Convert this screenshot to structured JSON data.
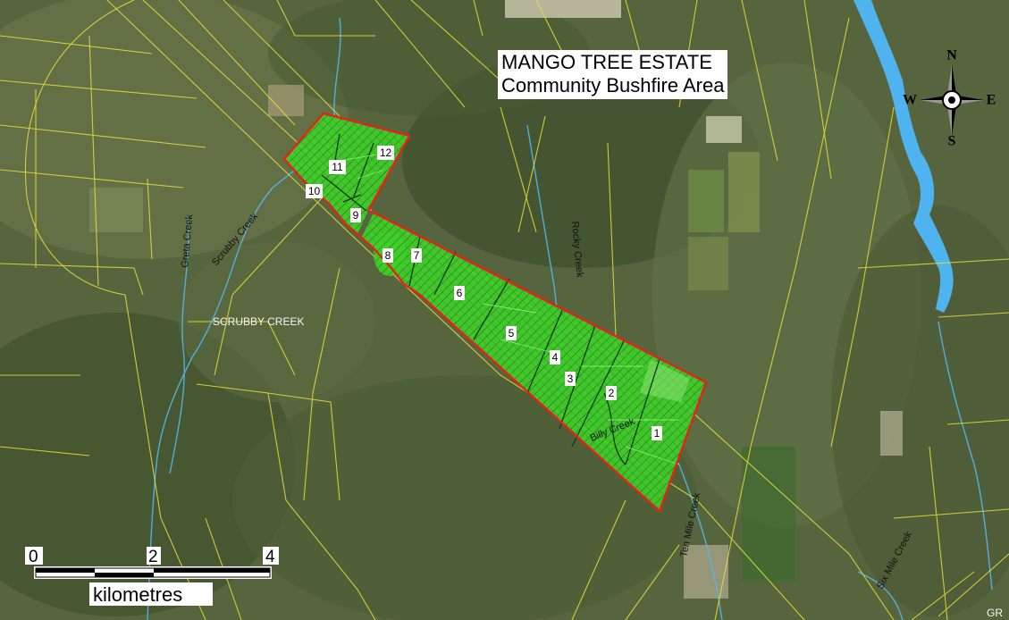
{
  "title": {
    "line1": "MANGO TREE ESTATE",
    "line2": "Community Bushfire Area"
  },
  "compass": {
    "n": "N",
    "s": "S",
    "e": "E",
    "w": "W"
  },
  "lots": [
    {
      "id": "lot-1",
      "label": "1"
    },
    {
      "id": "lot-2",
      "label": "2"
    },
    {
      "id": "lot-3",
      "label": "3"
    },
    {
      "id": "lot-4",
      "label": "4"
    },
    {
      "id": "lot-5",
      "label": "5"
    },
    {
      "id": "lot-6",
      "label": "6"
    },
    {
      "id": "lot-7",
      "label": "7"
    },
    {
      "id": "lot-8",
      "label": "8"
    },
    {
      "id": "lot-9",
      "label": "9"
    },
    {
      "id": "lot-10",
      "label": "10"
    },
    {
      "id": "lot-11",
      "label": "11"
    },
    {
      "id": "lot-12",
      "label": "12"
    }
  ],
  "creeks": {
    "greta": "Greta Creek",
    "scrubby": "Scrubby Creek",
    "rocky": "Rocky Creek",
    "billy": "Billy Creek",
    "ten_mile": "Ten Mile Creek",
    "six_mile": "Six Mile Creek"
  },
  "places": {
    "scrubby_creek": "SCRUBBY CREEK",
    "corner": "GR"
  },
  "scale": {
    "tick0": "0",
    "tick2": "2",
    "tick4": "4",
    "unit": "kilometres"
  },
  "colors": {
    "boundary": "#e8201a",
    "lot_fill": "#3fcf2a",
    "parcel_lines": "#e6e03a",
    "river": "#4fb3f0"
  }
}
